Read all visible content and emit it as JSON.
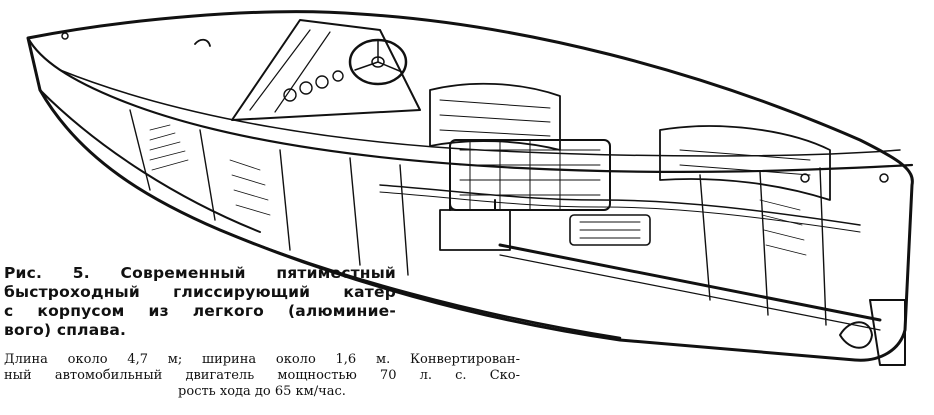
{
  "caption": {
    "title_lines": [
      "Рис. 5. Современный пятиместный",
      "быстроходный глиссирующий катер",
      "с корпусом из легкого (алюминие-",
      "вого) сплава."
    ],
    "body_lines": [
      "Длина около 4,7 м; ширина около 1,6 м. Конвертирован-",
      "ный автомобильный двигатель мощностью 70 л. с. Ско-",
      "рость хода до 65 км/час."
    ]
  }
}
